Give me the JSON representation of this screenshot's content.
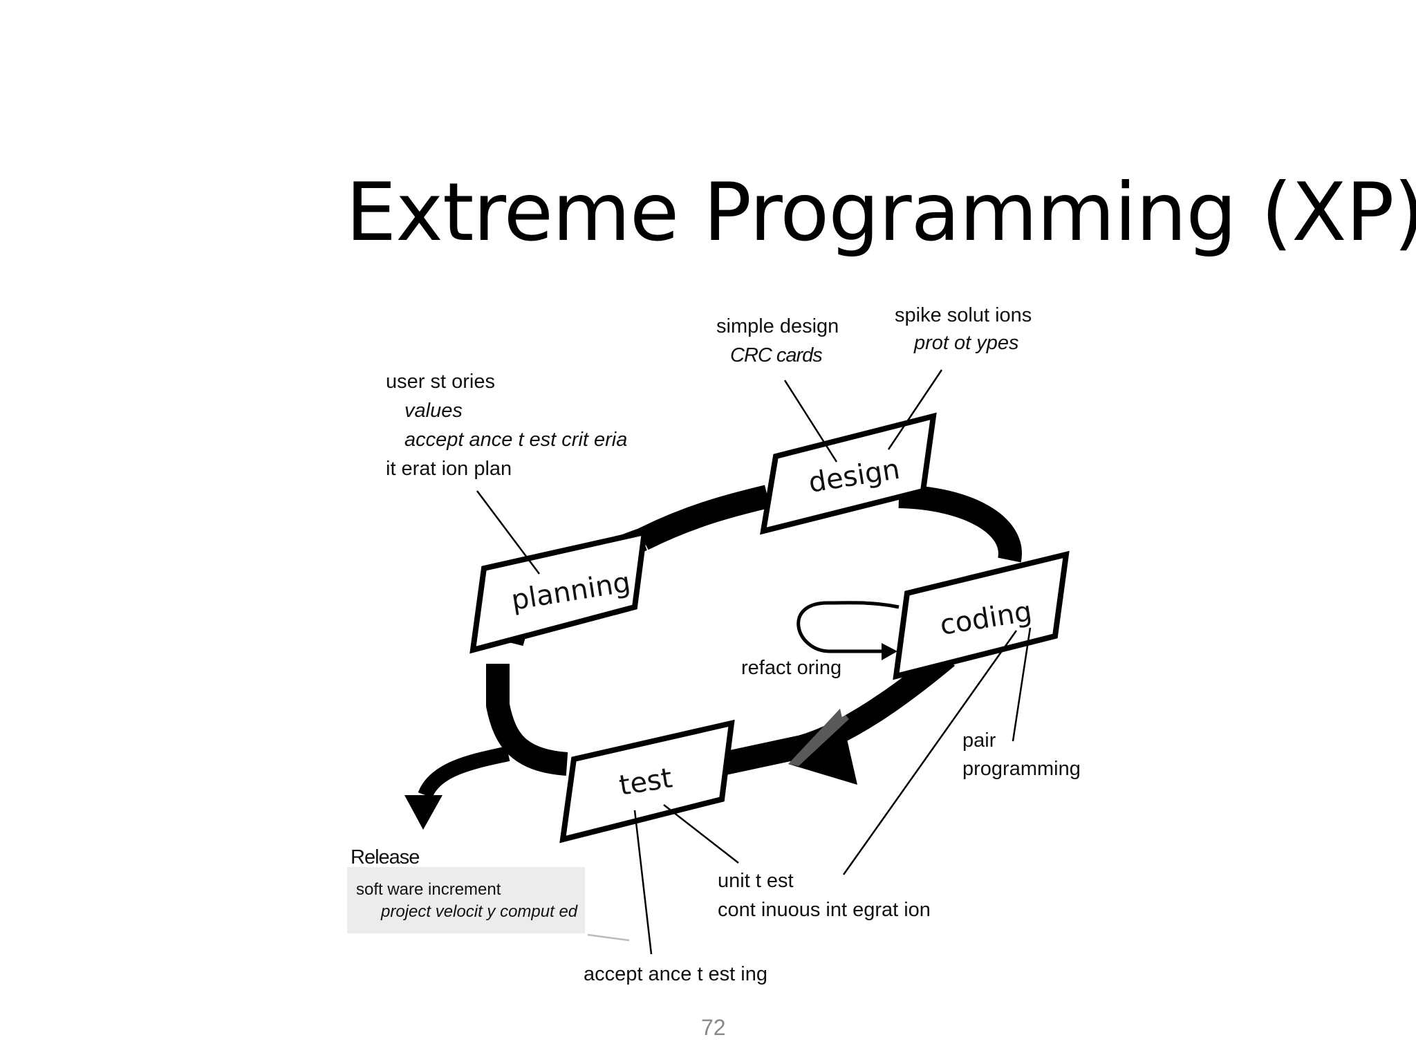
{
  "slide": {
    "title": "Extreme Programming (XP)",
    "page_number": "72"
  },
  "phases": {
    "planning": "planning",
    "design": "design",
    "coding": "coding",
    "test": "test"
  },
  "annotations": {
    "planning": {
      "line1": "user st ories",
      "line2": "values",
      "line3": "accept ance t est  crit eria",
      "line4": "it erat ion plan"
    },
    "design": {
      "simple_design": "simple design",
      "crc_cards": "CRC cards",
      "spike_solutions": "spike solut ions",
      "prototypes": "prot ot ypes"
    },
    "coding": {
      "refactoring": "refact oring",
      "pair": "pair",
      "programming": "programming"
    },
    "test": {
      "unit_test": "unit  t est",
      "continuous_integration": "cont inuous int egrat ion",
      "acceptance_testing": "accept ance t est ing"
    },
    "release": {
      "title": "Release",
      "software_increment": "soft ware increment",
      "project_velocity": "project  velocit y  comput ed"
    }
  }
}
